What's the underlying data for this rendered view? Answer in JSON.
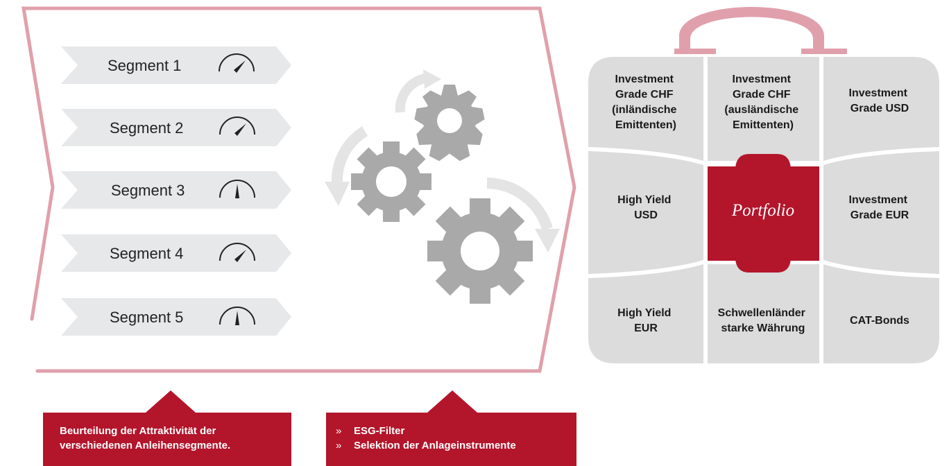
{
  "segments": [
    {
      "label": "Segment 1",
      "gauge": "gauge-icon-right"
    },
    {
      "label": "Segment 2",
      "gauge": "gauge-icon-right"
    },
    {
      "label": "Segment 3",
      "gauge": "gauge-icon-up"
    },
    {
      "label": "Segment 4",
      "gauge": "gauge-icon-right"
    },
    {
      "label": "Segment 5",
      "gauge": "gauge-icon-up"
    }
  ],
  "portfolio": {
    "center_label": "Portfolio",
    "cells": [
      {
        "lines": [
          "Investment",
          "Grade CHF",
          "(inländische",
          "Emittenten)"
        ]
      },
      {
        "lines": [
          "Investment",
          "Grade CHF",
          "(ausländische",
          "Emittenten)"
        ]
      },
      {
        "lines": [
          "Investment",
          "Grade USD"
        ]
      },
      {
        "lines": [
          "High Yield",
          "USD"
        ]
      },
      {
        "lines": [
          "Investment",
          "Grade EUR"
        ]
      },
      {
        "lines": [
          "High Yield",
          "EUR"
        ]
      },
      {
        "lines": [
          "Schwellenländer",
          "starke Währung"
        ]
      },
      {
        "lines": [
          "CAT-Bonds"
        ]
      }
    ]
  },
  "callouts": {
    "left": {
      "lines": [
        "Beurteilung der Attraktivität der",
        "verschiedenen Anleihensegmente."
      ]
    },
    "right": {
      "bullet_mark": "»",
      "items": [
        "ESG-Filter",
        "Selektion der Anlageinstrumente"
      ]
    }
  },
  "colors": {
    "accent": "#b3152b",
    "frame": "#e0a0ab",
    "cell": "#dcdcdc",
    "gear": "#a9a9a9",
    "arrow": "#e4e4e4"
  }
}
